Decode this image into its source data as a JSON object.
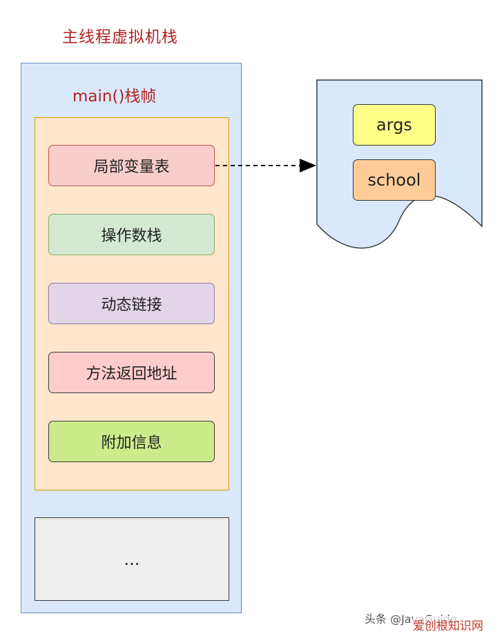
{
  "title": "主线程虚拟机栈",
  "frame": {
    "title": "main()栈帧",
    "slots": [
      "局部变量表",
      "操作数栈",
      "动态链接",
      "方法返回地址",
      "附加信息"
    ]
  },
  "more_label": "...",
  "heap": {
    "objects": [
      "args",
      "school"
    ]
  },
  "watermark": {
    "source": "头条 @JavaGuide",
    "site": "爱创根知识网"
  }
}
